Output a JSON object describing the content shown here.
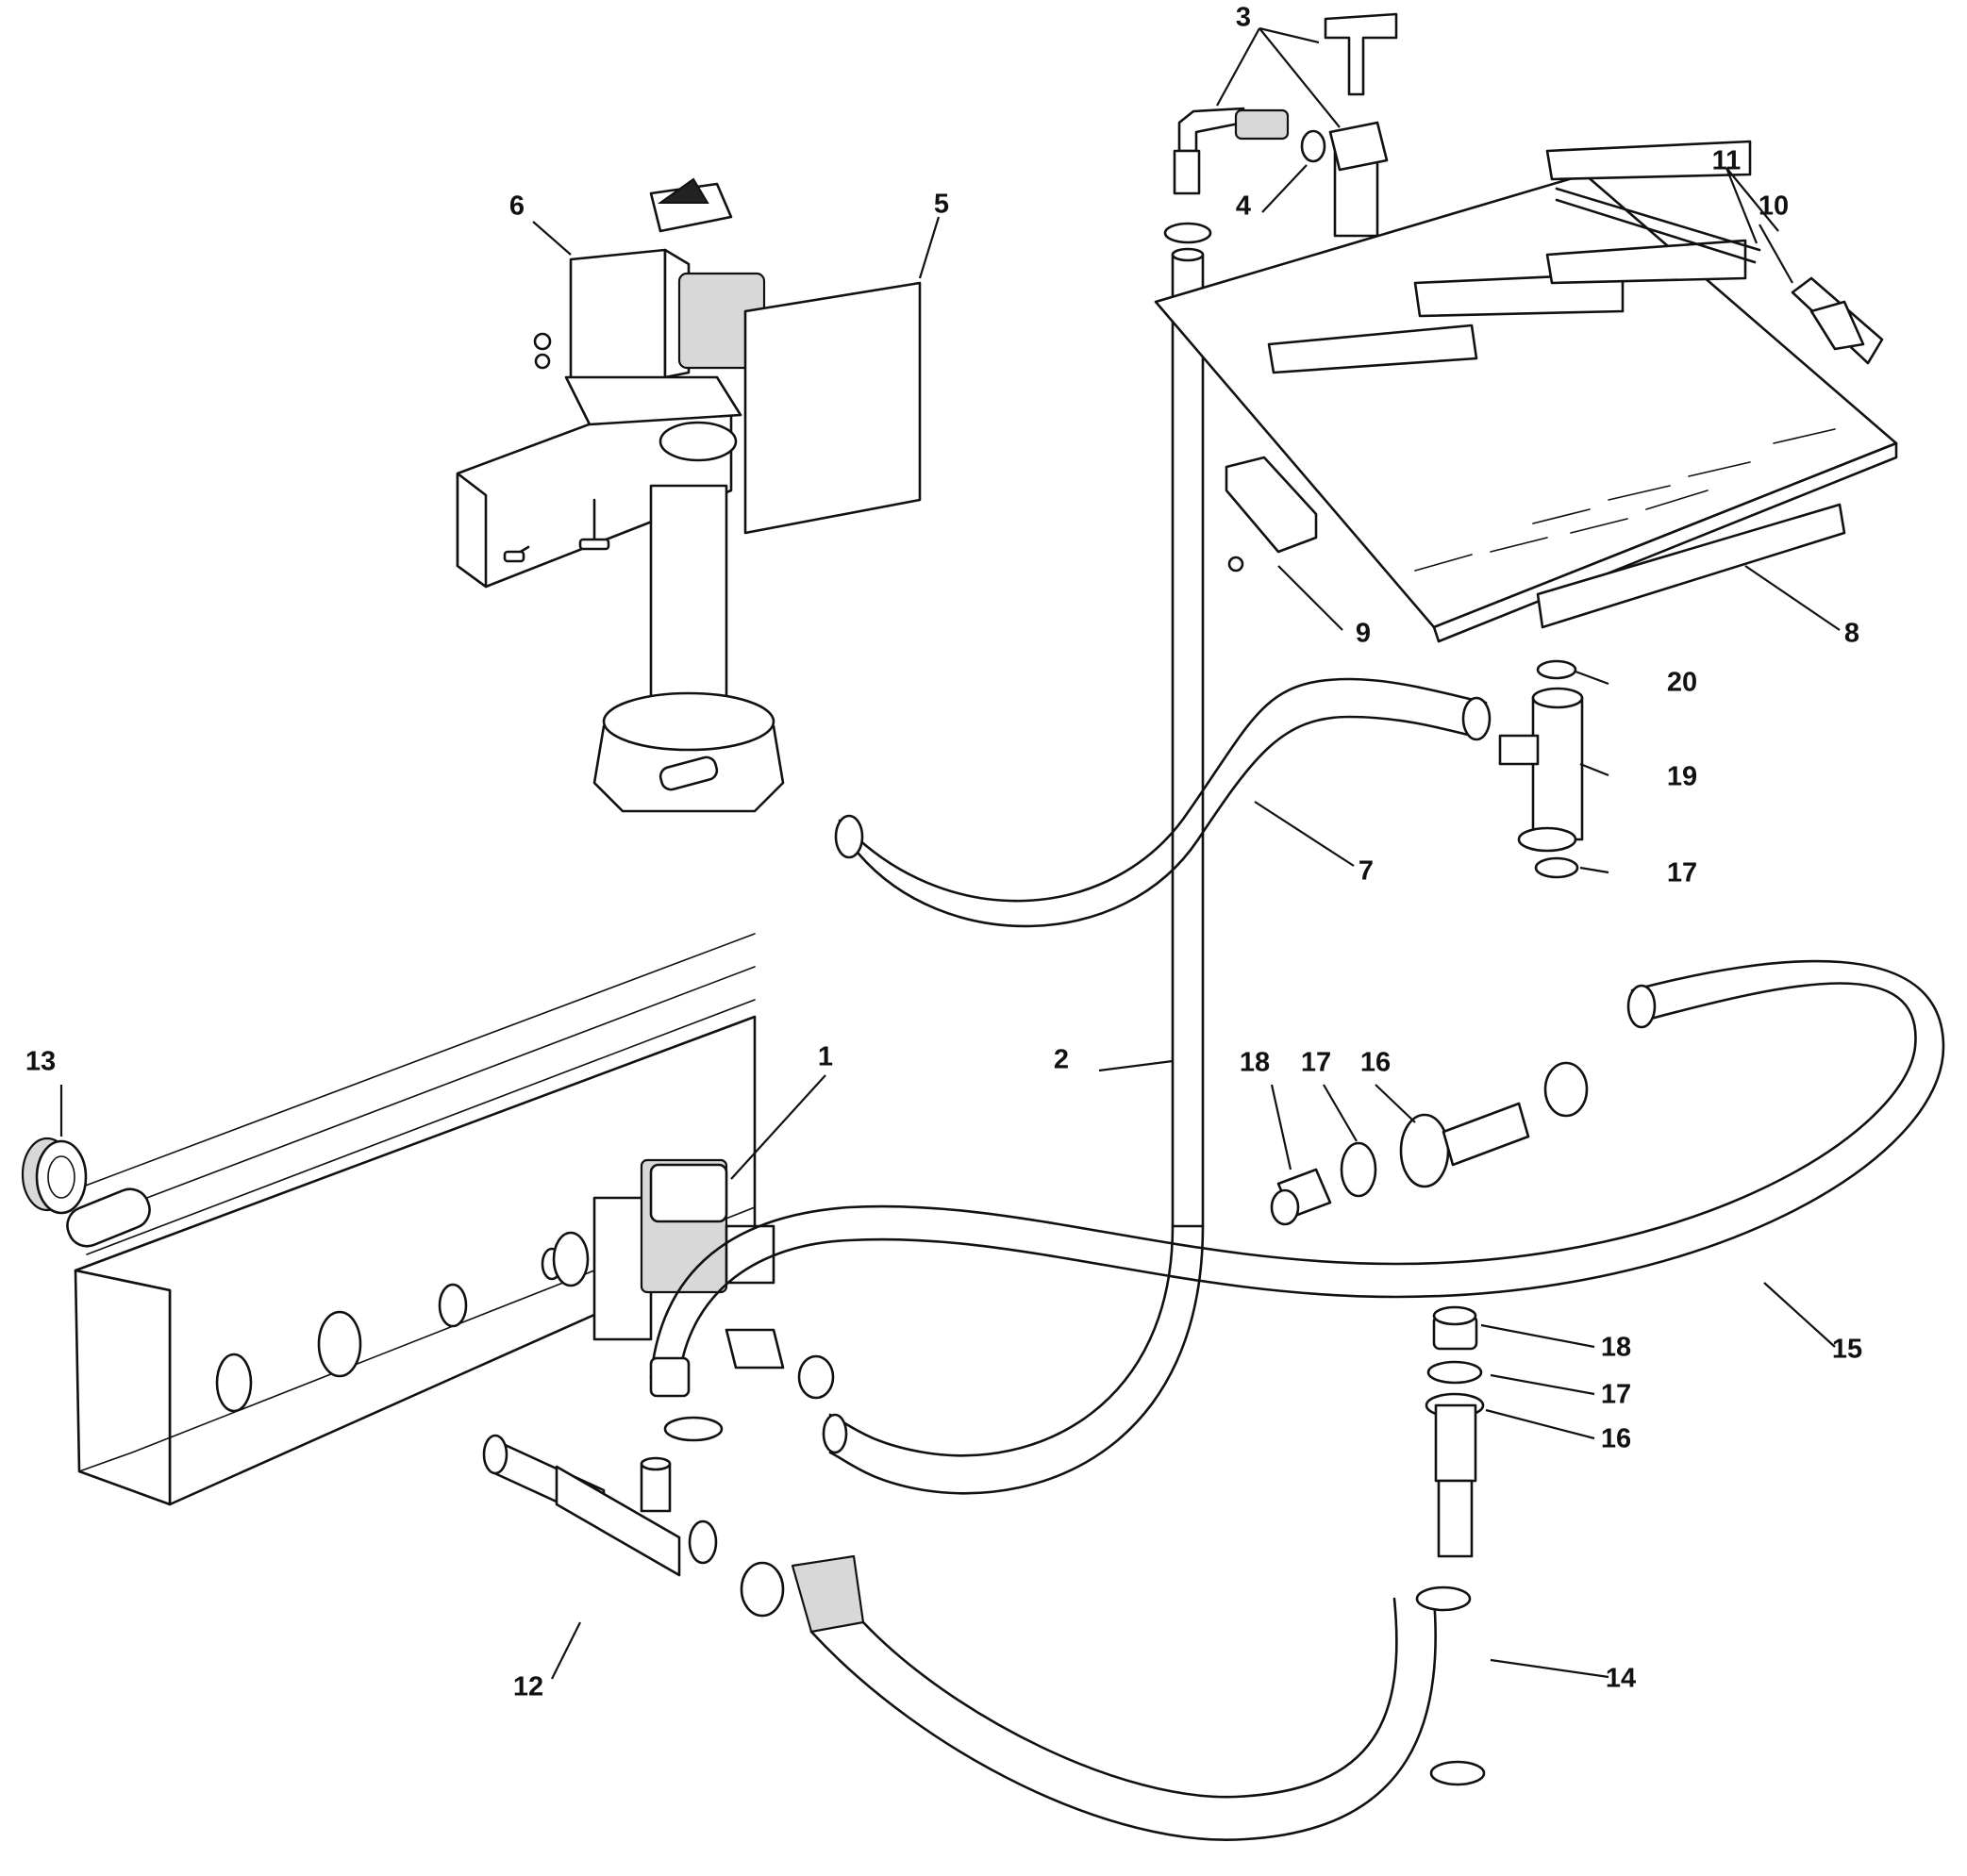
{
  "callouts": [
    {
      "id": "c1",
      "label": "1"
    },
    {
      "id": "c2",
      "label": "2"
    },
    {
      "id": "c3",
      "label": "3"
    },
    {
      "id": "c4",
      "label": "4"
    },
    {
      "id": "c5",
      "label": "5"
    },
    {
      "id": "c6",
      "label": "6"
    },
    {
      "id": "c7",
      "label": "7"
    },
    {
      "id": "c8",
      "label": "8"
    },
    {
      "id": "c9",
      "label": "9"
    },
    {
      "id": "c10",
      "label": "10"
    },
    {
      "id": "c11",
      "label": "11"
    },
    {
      "id": "c12",
      "label": "12"
    },
    {
      "id": "c13",
      "label": "13"
    },
    {
      "id": "c14",
      "label": "14"
    },
    {
      "id": "c15",
      "label": "15"
    },
    {
      "id": "c16a",
      "label": "16"
    },
    {
      "id": "c16b",
      "label": "16"
    },
    {
      "id": "c17a",
      "label": "17"
    },
    {
      "id": "c17b",
      "label": "17"
    },
    {
      "id": "c17c",
      "label": "17"
    },
    {
      "id": "c18a",
      "label": "18"
    },
    {
      "id": "c18b",
      "label": "18"
    },
    {
      "id": "c19",
      "label": "19"
    },
    {
      "id": "c20",
      "label": "20"
    }
  ]
}
